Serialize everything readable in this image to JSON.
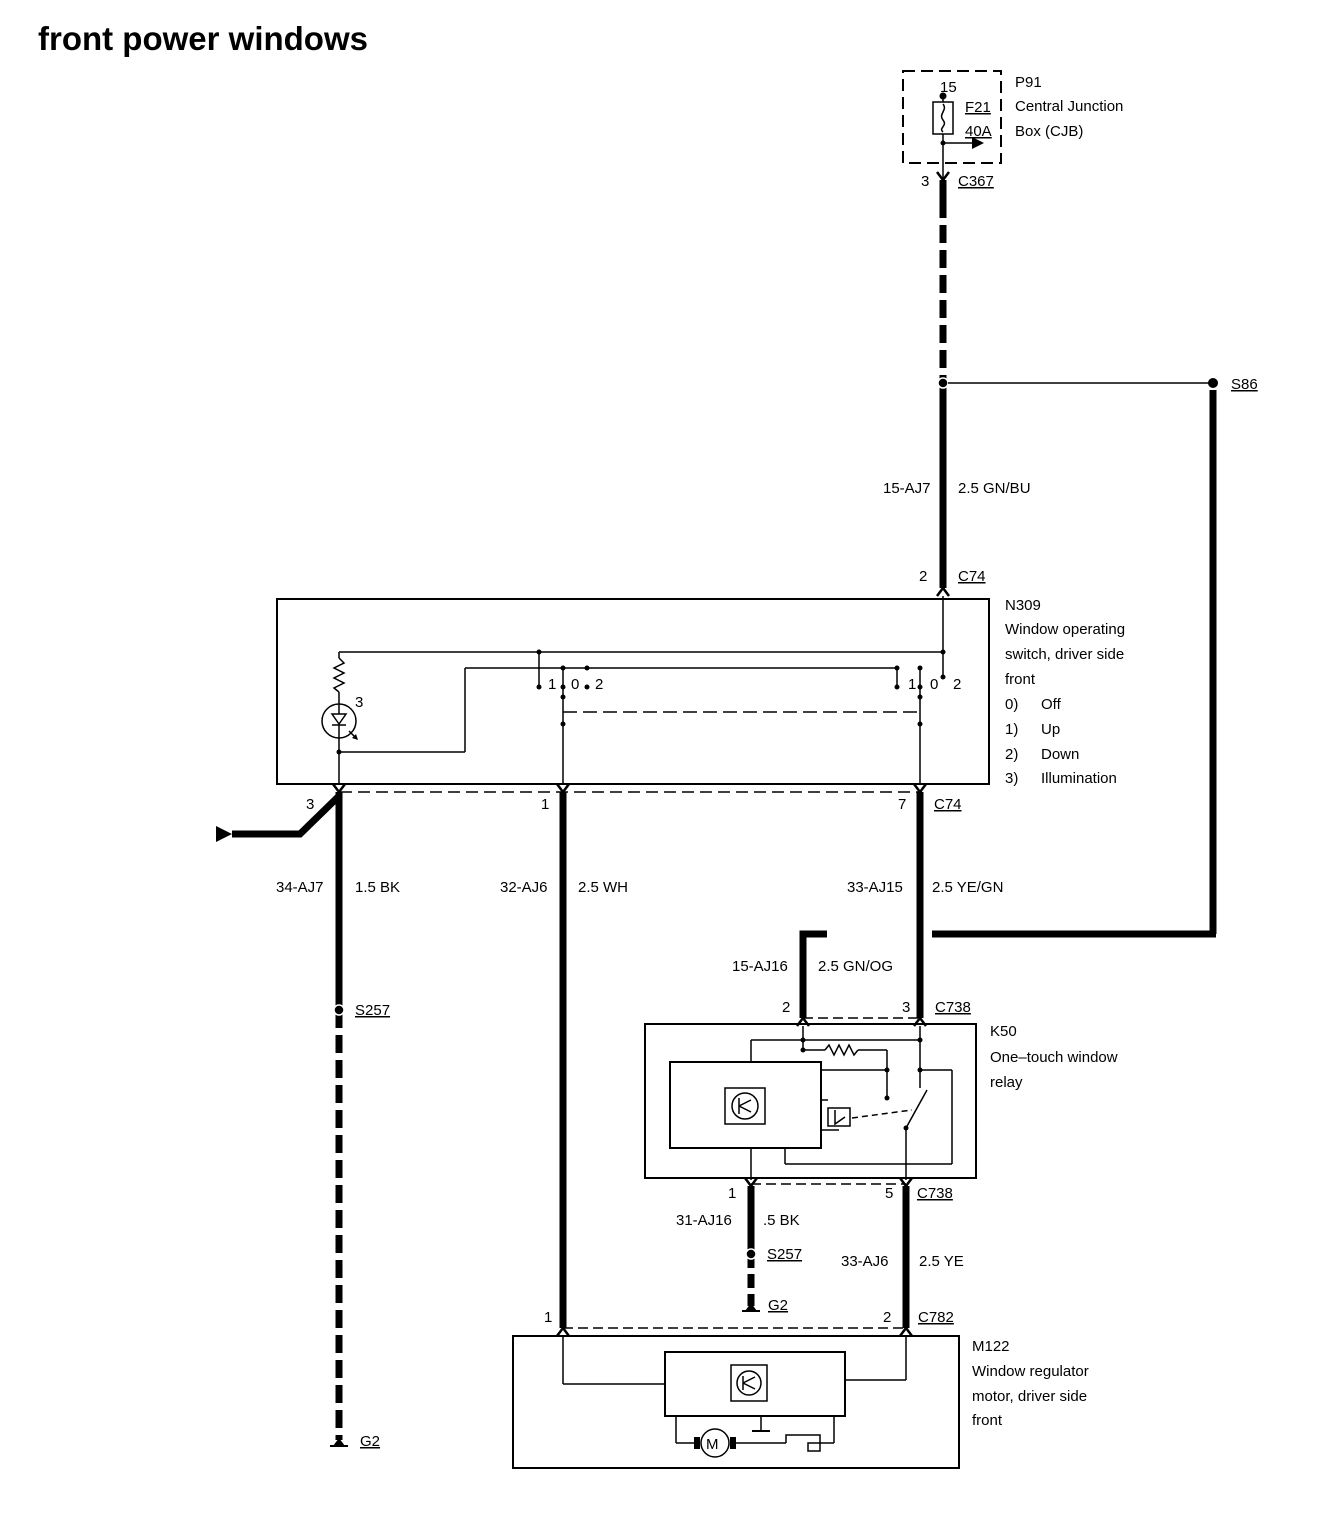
{
  "title": "front power windows",
  "fuse_box": {
    "ref": "P91",
    "desc_line1": "Central Junction",
    "desc_line2": "Box (CJB)",
    "fuse_pin": "15",
    "fuse_ref": "F21",
    "fuse_rating": "40A",
    "out_pin": "3",
    "connector": "C367"
  },
  "splice_top": "S86",
  "wire_gn_bu": {
    "circuit": "15-AJ7",
    "spec": "2.5 GN/BU"
  },
  "switch": {
    "in_pin": "2",
    "connector": "C74",
    "ref": "N309",
    "desc_lines": [
      "Window operating",
      "switch, driver side",
      "front"
    ],
    "legend": [
      {
        "key": "0)",
        "value": "Off"
      },
      {
        "key": "1)",
        "value": "Up"
      },
      {
        "key": "2)",
        "value": "Down"
      },
      {
        "key": "3)",
        "value": "Illumination"
      }
    ],
    "lamp_num": "3",
    "contacts_left": [
      "1",
      "0",
      "2"
    ],
    "contacts_right": [
      "1",
      "0",
      "2"
    ],
    "out_pins": [
      "3",
      "1",
      "7"
    ],
    "out_connector": "C74"
  },
  "wire_bk": {
    "circuit": "34-AJ7",
    "spec": "1.5 BK",
    "splice": "S257",
    "ground": "G2"
  },
  "wire_wh": {
    "circuit": "32-AJ6",
    "spec": "2.5 WH"
  },
  "wire_ye_gn": {
    "circuit": "33-AJ15",
    "spec": "2.5 YE/GN"
  },
  "wire_gn_og": {
    "circuit": "15-AJ16",
    "spec": "2.5 GN/OG"
  },
  "relay": {
    "in_pins": [
      "2",
      "3"
    ],
    "connector": "C738",
    "ref": "K50",
    "desc_lines": [
      "One–touch window",
      "relay"
    ],
    "out_pins": [
      "1",
      "5"
    ],
    "out_connector": "C738"
  },
  "wire_relay_bk": {
    "circuit": "31-AJ16",
    "spec": ".5 BK",
    "splice": "S257",
    "ground": "G2"
  },
  "wire_ye": {
    "circuit": "33-AJ6",
    "spec": "2.5 YE"
  },
  "motor": {
    "in_pins": [
      "1",
      "2"
    ],
    "connector": "C782",
    "ref": "M122",
    "desc_lines": [
      "Window regulator",
      "motor, driver side",
      "front"
    ],
    "motor_symbol": "M"
  },
  "icons": [
    "fuse-icon",
    "lamp-icon",
    "resistor-icon",
    "ecu-icon",
    "motor-icon",
    "ground-icon"
  ]
}
